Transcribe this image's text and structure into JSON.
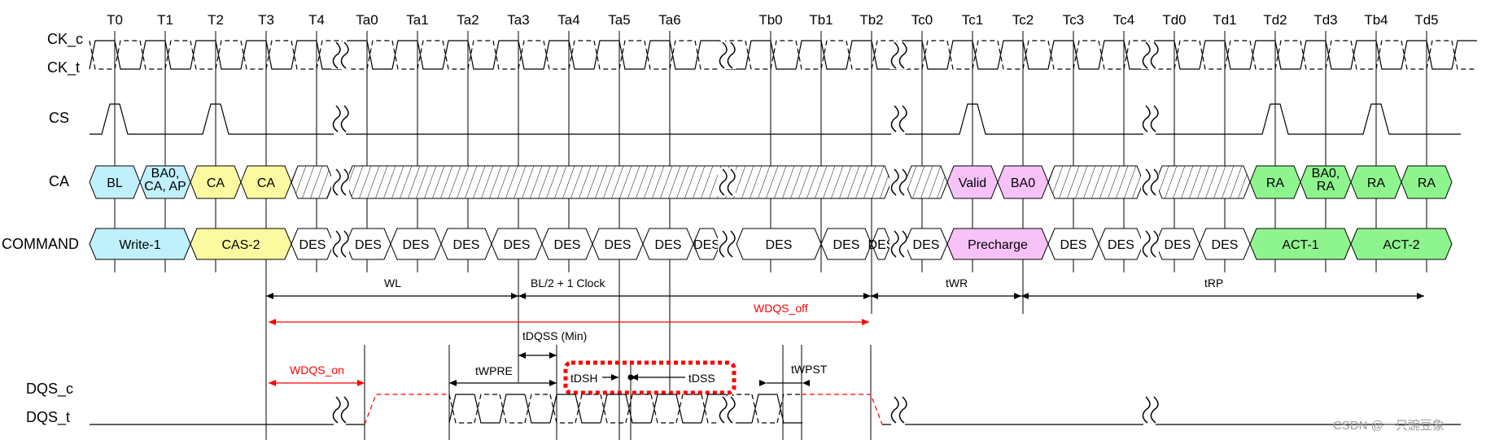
{
  "clock_labels": [
    "T0",
    "T1",
    "T2",
    "T3",
    "T4",
    "Ta0",
    "Ta1",
    "Ta2",
    "Ta3",
    "Ta4",
    "Ta5",
    "Ta6",
    "Tb0",
    "Tb1",
    "Tb2",
    "Tc0",
    "Tc1",
    "Tc2",
    "Tc3",
    "Tc4",
    "Td0",
    "Td1",
    "Td2",
    "Td3",
    "Tb4",
    "Td5"
  ],
  "signals": {
    "ck_c": "CK_c",
    "ck_t": "CK_t",
    "cs": "CS",
    "ca": "CA",
    "command": "COMMAND",
    "dqs_c": "DQS_c",
    "dqs_t": "DQS_t"
  },
  "ca_boxes": [
    {
      "lines": [
        "BL"
      ],
      "fill": "#bff0fb"
    },
    {
      "lines": [
        "BA0,",
        "CA, AP"
      ],
      "fill": "#bff0fb"
    },
    {
      "lines": [
        "CA"
      ],
      "fill": "#fbfaa0"
    },
    {
      "lines": [
        "CA"
      ],
      "fill": "#fbfaa0"
    },
    {
      "lines": [
        "Valid"
      ],
      "fill": "#f7c2f7"
    },
    {
      "lines": [
        "BA0"
      ],
      "fill": "#f7c2f7"
    },
    {
      "lines": [
        "RA"
      ],
      "fill": "#8ef58e"
    },
    {
      "lines": [
        "BA0,",
        "RA"
      ],
      "fill": "#8ef58e"
    },
    {
      "lines": [
        "RA"
      ],
      "fill": "#8ef58e"
    },
    {
      "lines": [
        "RA"
      ],
      "fill": "#8ef58e"
    }
  ],
  "commands": [
    {
      "label": "Write-1",
      "fill": "#bff0fb"
    },
    {
      "label": "CAS-2",
      "fill": "#fbfaa0"
    },
    {
      "label": "DES",
      "fill": "#ffffff"
    },
    {
      "label": "DES",
      "fill": "#ffffff"
    },
    {
      "label": "DES",
      "fill": "#ffffff"
    },
    {
      "label": "DES",
      "fill": "#ffffff"
    },
    {
      "label": "DES",
      "fill": "#ffffff"
    },
    {
      "label": "DES",
      "fill": "#ffffff"
    },
    {
      "label": "DES",
      "fill": "#ffffff"
    },
    {
      "label": "DES",
      "fill": "#ffffff"
    },
    {
      "label": "DES",
      "fill": "#ffffff"
    },
    {
      "label": "DES",
      "fill": "#ffffff"
    },
    {
      "label": "DES",
      "fill": "#ffffff"
    },
    {
      "label": "DES",
      "fill": "#ffffff"
    },
    {
      "label": "DES",
      "fill": "#ffffff"
    },
    {
      "label": "Precharge",
      "fill": "#f7c2f7"
    },
    {
      "label": "DES",
      "fill": "#ffffff"
    },
    {
      "label": "DES",
      "fill": "#ffffff"
    },
    {
      "label": "DES",
      "fill": "#ffffff"
    },
    {
      "label": "DES",
      "fill": "#ffffff"
    },
    {
      "label": "ACT-1",
      "fill": "#8ef58e"
    },
    {
      "label": "ACT-2",
      "fill": "#8ef58e"
    }
  ],
  "annotations": {
    "wl": "WL",
    "bl2": "BL/2 + 1 Clock",
    "twr": "tWR",
    "trp": "tRP",
    "wdqs_off": "WDQS_off",
    "wdqs_on": "WDQS_on",
    "tdqss": "tDQSS (Min)",
    "twpre": "tWPRE",
    "tdsh": "tDSH",
    "tdss": "tDSS",
    "twpst": "tWPST"
  },
  "colors": {
    "line": "#000000",
    "red": "#ff0000",
    "watermark": "#9a9a9a"
  },
  "watermark": "CSDN @一只豌豆象"
}
